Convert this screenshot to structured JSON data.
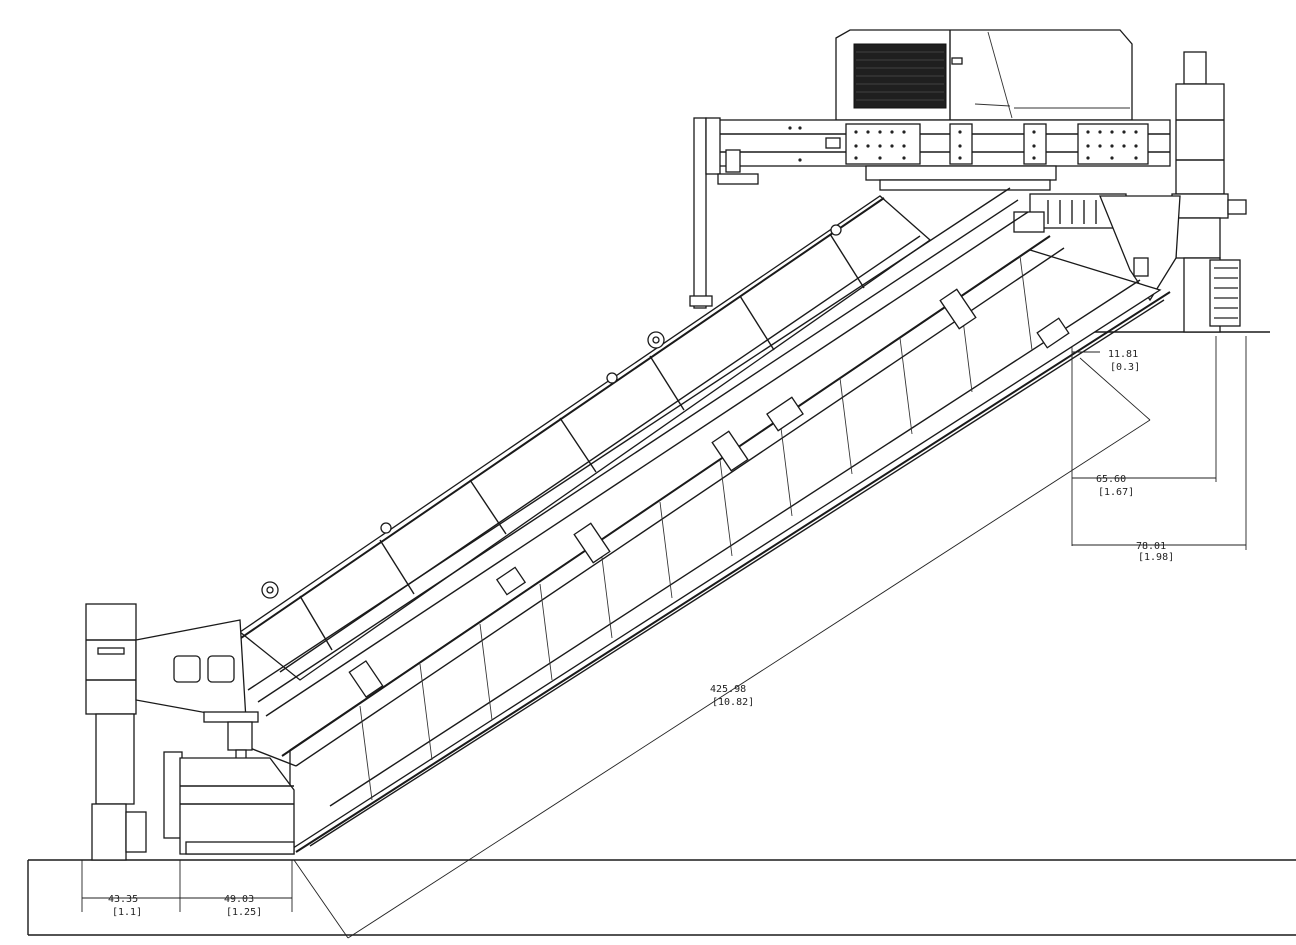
{
  "dimensions": [
    {
      "id": "top-clearance",
      "value": "11.81",
      "metric": "[0.3]"
    },
    {
      "id": "inner-reach",
      "value": "65.60",
      "metric": "[1.67]"
    },
    {
      "id": "outer-reach",
      "value": "78.01",
      "metric": "[1.98]"
    },
    {
      "id": "boom-length",
      "value": "425.98",
      "metric": "[10.82]"
    },
    {
      "id": "bottom-left",
      "value": "43.35",
      "metric": "[1.1]"
    },
    {
      "id": "bottom-mid",
      "value": "49.03",
      "metric": "[1.25]"
    }
  ]
}
